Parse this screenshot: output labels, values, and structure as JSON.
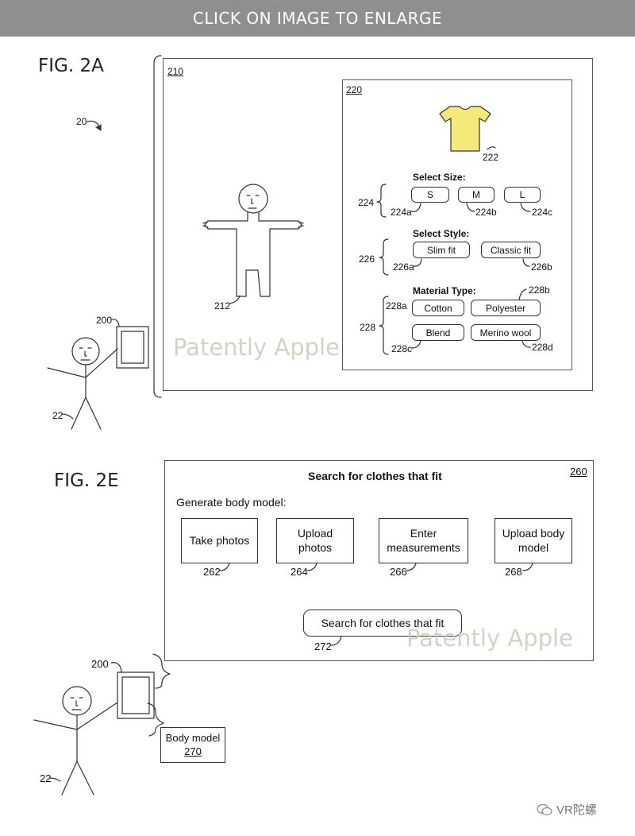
{
  "banner": {
    "text": "CLICK ON IMAGE TO ENLARGE"
  },
  "fig2a": {
    "title": "FIG. 2A",
    "device_ref": "20",
    "screen_ref": "210",
    "avatar_ref": "212",
    "panel": {
      "ref": "220",
      "shirt_ref": "222",
      "shirt_color": "#f5e97a",
      "size": {
        "group_ref": "224",
        "heading": "Select Size:",
        "options": [
          {
            "label": "S",
            "ref": "224a"
          },
          {
            "label": "M",
            "ref": "224b"
          },
          {
            "label": "L",
            "ref": "224c"
          }
        ]
      },
      "style": {
        "group_ref": "226",
        "heading": "Select Style:",
        "options": [
          {
            "label": "Slim fit",
            "ref": "226a"
          },
          {
            "label": "Classic fit",
            "ref": "226b"
          }
        ]
      },
      "material": {
        "group_ref": "228",
        "heading": "Material Type:",
        "options": [
          {
            "label": "Cotton",
            "ref": "228a"
          },
          {
            "label": "Polyester",
            "ref": "228b"
          },
          {
            "label": "Blend",
            "ref": "228c"
          },
          {
            "label": "Merino wool",
            "ref": "228d"
          }
        ]
      }
    },
    "tablet_ref": "200",
    "user_ref": "22"
  },
  "fig2e": {
    "title": "FIG. 2E",
    "screen_ref": "260",
    "heading": "Search for clothes that fit",
    "subheading": "Generate body model:",
    "options": [
      {
        "label": "Take photos",
        "ref": "262"
      },
      {
        "label": "Upload photos",
        "ref": "264"
      },
      {
        "label": "Enter measurements",
        "ref": "266"
      },
      {
        "label": "Upload body model",
        "ref": "268"
      }
    ],
    "search_button": {
      "label": "Search for clothes that fit",
      "ref": "272"
    },
    "tablet_ref": "200",
    "user_ref": "22",
    "body_model": {
      "label": "Body model",
      "ref": "270"
    }
  },
  "watermark": "Patently Apple",
  "wechat": "VR陀螺"
}
